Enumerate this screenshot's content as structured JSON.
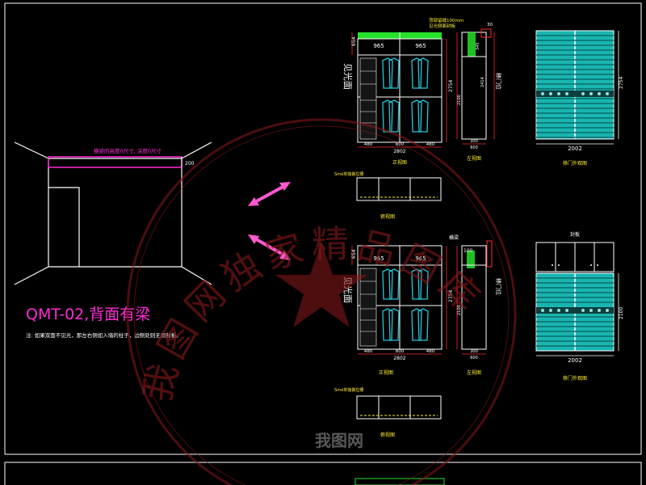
{
  "colors": {
    "background": "#000000",
    "frame": "#ffffff",
    "cabinet_line": "#ffffff",
    "shelf_fill": "#1f1f1f",
    "garment": "#26c6da",
    "door_fill": "#19b5b0",
    "dim_text": "#ffffff",
    "note_magenta": "#ff2bd6",
    "label_yellow": "#ffee33",
    "green_strip": "#26e02a",
    "red_dim": "#ff2a2a",
    "watermark": "#8a1a1a",
    "arrow": "#ff5ad0"
  },
  "left_panel": {
    "beam_note": "横梁的高度0尺寸, 深度0尺寸",
    "beam_dim": "200",
    "title": "QMT-02,背面有梁",
    "note": "注: 如果双面不见光，那左右侧如入墙的柱子，边侧处则无须封板。"
  },
  "top_set": {
    "front": {
      "side_label": "见光面",
      "top_height": "654",
      "col_left": "965",
      "col_right": "965",
      "height_total": "2754",
      "bottom_dims": [
        "480",
        "800",
        "480"
      ],
      "overall_width": "2802",
      "caption": "正视图"
    },
    "side": {
      "note_line1": "顶部留缝100mm",
      "note_line2": "见光侧面封板",
      "top_dim_a": "30",
      "top_dim_b": "345",
      "door_label": "移门位",
      "inner_height": "2414",
      "lower_height": "2100",
      "bottom_dims": [
        "300",
        "600"
      ],
      "caption": "左视图"
    },
    "door": {
      "height": "2754",
      "width": "2002",
      "caption": "移门外观图"
    },
    "plan": {
      "label": "Smd单独做拉槽",
      "caption": "俯视图"
    }
  },
  "bottom_set": {
    "front": {
      "side_label": "见光面",
      "top_height": "654",
      "col_left": "965",
      "col_right": "965",
      "height_total": "2754",
      "bottom_dims": [
        "480",
        "800",
        "480"
      ],
      "overall_width": "2802",
      "caption": "正视图"
    },
    "side": {
      "beam_label": "横梁",
      "top_dim_a": "100",
      "door_label": "移门位",
      "lower_height": "2100",
      "bottom_dims": [
        "300",
        "600"
      ],
      "caption": "左视图"
    },
    "door": {
      "top_label": "封板",
      "height": "2100",
      "width": "2002",
      "caption": "移门外观图"
    },
    "plan": {
      "label": "Smd单独做拉槽",
      "caption": "俯视图"
    }
  },
  "watermark": {
    "circle_text": "我图网独家精品图库",
    "center_logo": "我图网"
  }
}
